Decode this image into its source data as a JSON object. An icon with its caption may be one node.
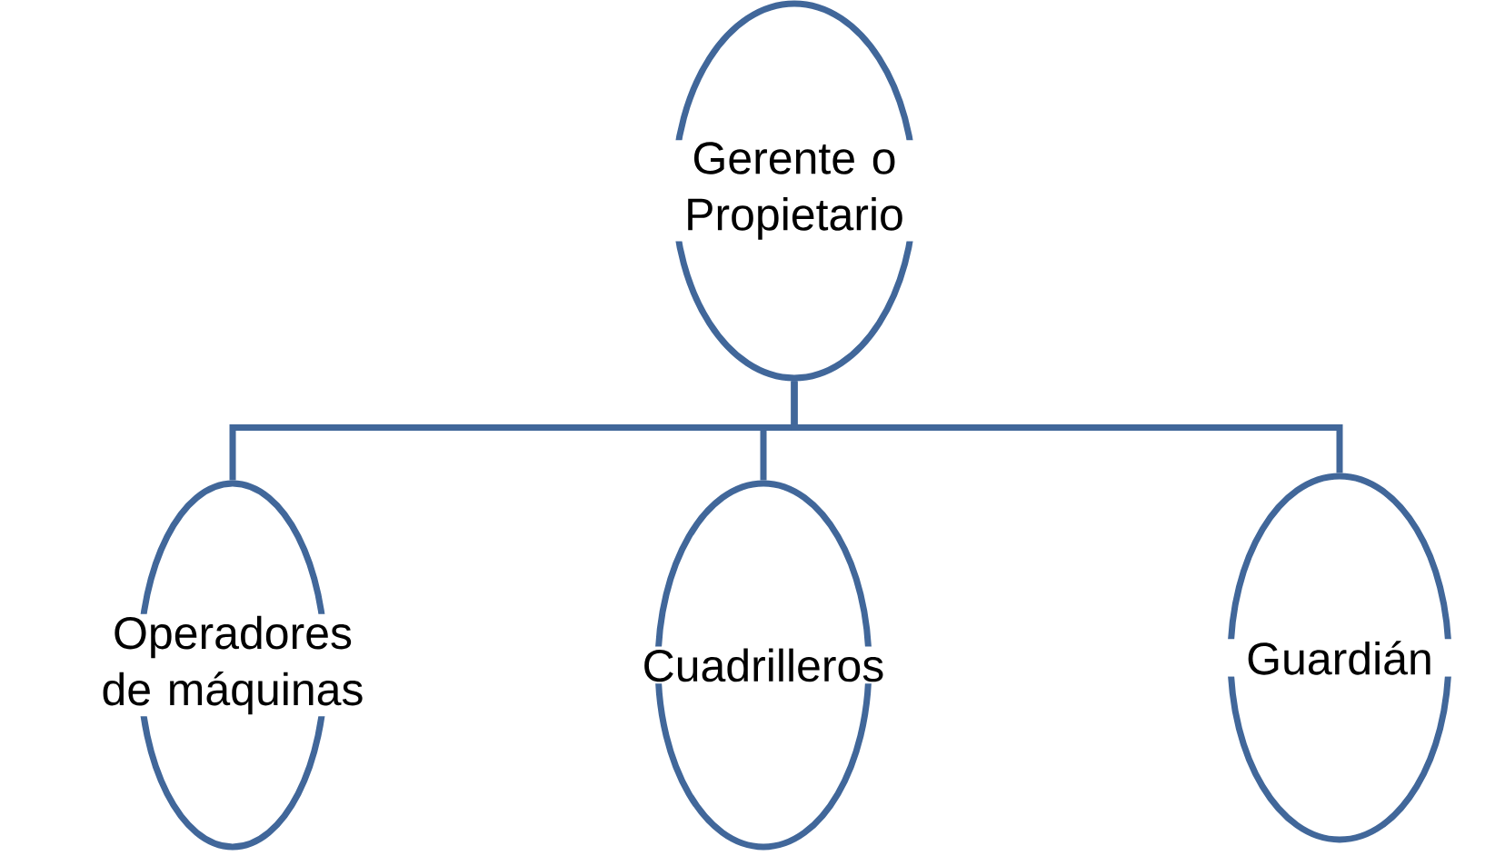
{
  "diagram": {
    "nodes": [
      {
        "text": [
          "Gerente o Propietario"
        ]
      },
      {
        "text": [
          "Operadores de máquinas"
        ]
      },
      {
        "text": [
          "Cuadrilleros"
        ]
      },
      {
        "text": [
          "Guardián"
        ]
      }
    ],
    "edges": [
      {
        "from": 0,
        "to": 1,
        "arrow": "none"
      },
      {
        "from": 0,
        "to": 2,
        "arrow": "none"
      },
      {
        "from": 0,
        "to": 3,
        "arrow": "none"
      }
    ]
  }
}
